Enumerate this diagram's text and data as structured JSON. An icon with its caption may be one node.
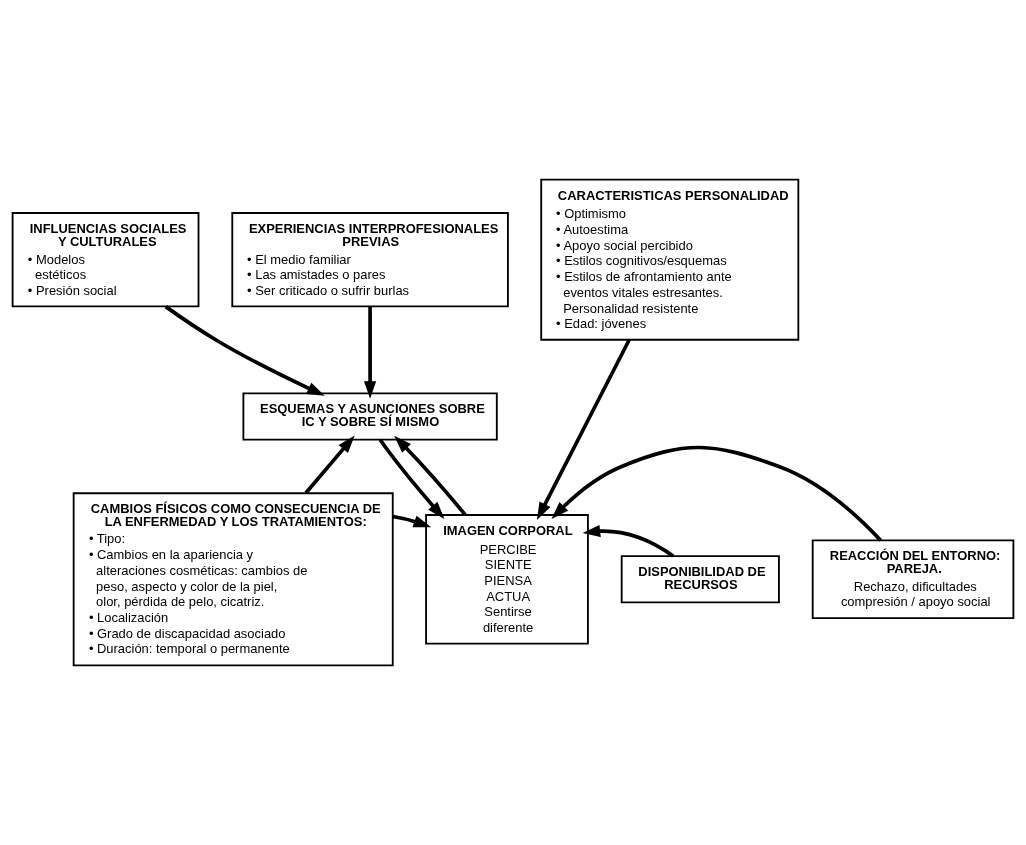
{
  "diagram": {
    "nodes": [
      {
        "text": [
          "INFLUENCIAS SOCIALES Y CULTURALES",
          "• Modelos estéticos",
          "• Presión social"
        ]
      },
      {
        "text": [
          "EXPERIENCIAS INTERPROFESIONALES PREVIAS",
          "• El medio familiar",
          "• Las amistades o pares",
          "• Ser criticado o sufrir burlas"
        ]
      },
      {
        "text": [
          "CARACTERISTICAS PERSONALIDAD",
          "• Optimismo",
          "• Autoestima",
          "• Apoyo social percibido",
          "• Estilos cognitivos/esquemas",
          "• Estilos de afrontamiento ante eventos vitales estresantes. Personalidad resistente",
          "• Edad: jóvenes"
        ]
      },
      {
        "text": [
          "ESQUEMAS Y ASUNCIONES SOBRE IC Y SOBRE SÍ MISMO"
        ]
      },
      {
        "text": [
          "CAMBIOS FÍSICOS COMO CONSECUENCIA DE LA ENFERMEDAD Y LOS TRATAMIENTOS:",
          "• Tipo:",
          "• Cambios en la apariencia y alteraciones cosméticas: cambios de peso, aspecto y color de la piel, olor, pérdida de pelo, cicatriz.",
          "• Localización",
          "• Grado de discapacidad asociado",
          "• Duración: temporal o permanente"
        ]
      },
      {
        "text": [
          "IMAGEN CORPORAL",
          "PERCIBE",
          "SIENTE",
          "PIENSA",
          "ACTUA",
          "Sentirse diferente"
        ]
      },
      {
        "text": [
          "DISPONIBILIDAD DE RECURSOS"
        ]
      },
      {
        "text": [
          "REACCIÓN DEL ENTORNO: PAREJA.",
          "Rechazo, dificultades compresión / apoyo social"
        ]
      }
    ],
    "edges": [
      {
        "from": 0,
        "to": 3,
        "arrow": "to"
      },
      {
        "from": 1,
        "to": 3,
        "arrow": "to"
      },
      {
        "from": 4,
        "to": 3,
        "arrow": "to"
      },
      {
        "from": 5,
        "to": 3,
        "arrow": "to"
      },
      {
        "from": 3,
        "to": 5,
        "arrow": "to"
      },
      {
        "from": 2,
        "to": 5,
        "arrow": "to"
      },
      {
        "from": 6,
        "to": 5,
        "arrow": "to"
      },
      {
        "from": 7,
        "to": 5,
        "arrow": "to"
      },
      {
        "from": 4,
        "to": 5,
        "arrow": "to"
      }
    ]
  }
}
